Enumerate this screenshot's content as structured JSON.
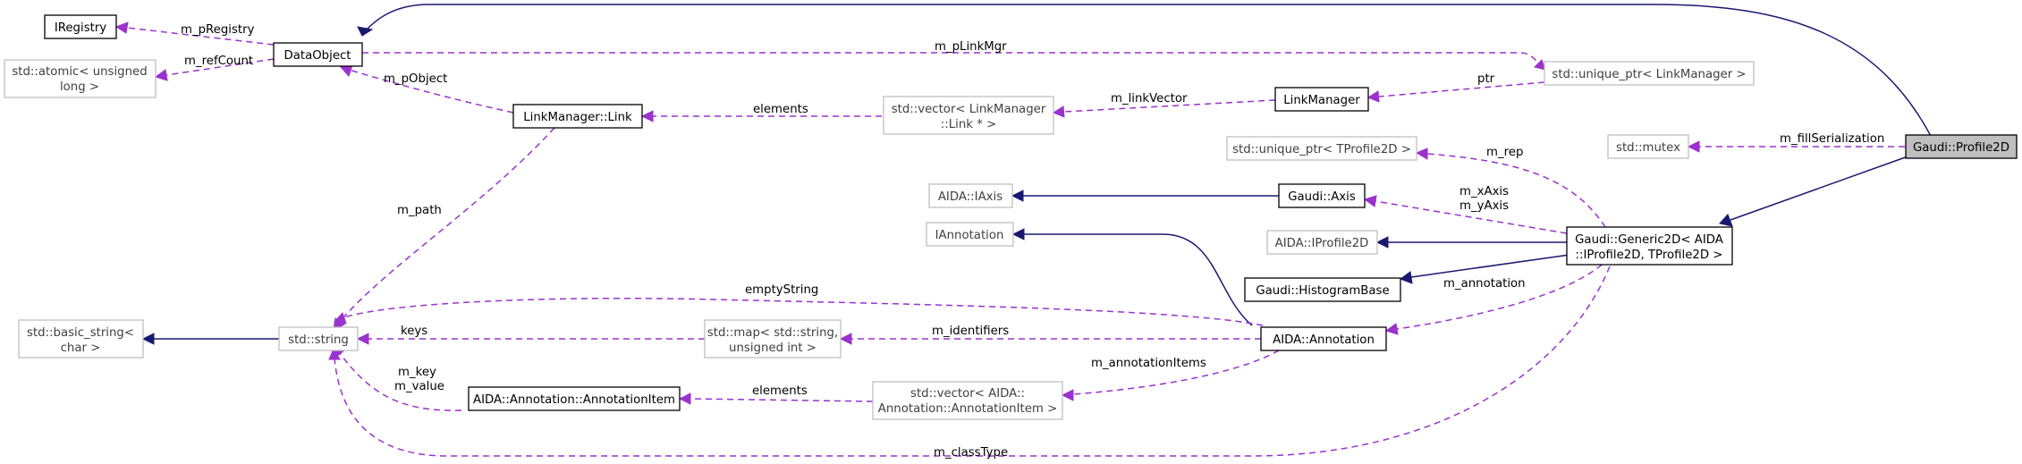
{
  "nodes": {
    "iregistry": "IRegistry",
    "dataobject": "DataObject",
    "atomic_1": "std::atomic< unsigned",
    "atomic_2": "long >",
    "unique_linkmgr": "std::unique_ptr< LinkManager >",
    "linkmanager": "LinkManager",
    "vector_link_1": "std::vector< LinkManager",
    "vector_link_2": "::Link * >",
    "link": "LinkManager::Link",
    "mutex": "std::mutex",
    "profile2d": "Gaudi::Profile2D",
    "unique_tprofile": "std::unique_ptr< TProfile2D >",
    "iaxis": "AIDA::IAxis",
    "gaudi_axis": "Gaudi::Axis",
    "iprofile2d": "AIDA::IProfile2D",
    "generic2d_1": "Gaudi::Generic2D< AIDA",
    "generic2d_2": "::IProfile2D, TProfile2D >",
    "iannotation": "IAnnotation",
    "histogrambase": "Gaudi::HistogramBase",
    "basic_string_1": "std::basic_string<",
    "basic_string_2": "char >",
    "string": "std::string",
    "map_1": "std::map< std::string,",
    "map_2": "unsigned int >",
    "annotation": "AIDA::Annotation",
    "annotation_item": "AIDA::Annotation::AnnotationItem",
    "vector_item_1": "std::vector< AIDA::",
    "vector_item_2": "Annotation::AnnotationItem >"
  },
  "edge_labels": {
    "m_pRegistry": "m_pRegistry",
    "m_refCount": "m_refCount",
    "m_pLinkMgr": "m_pLinkMgr",
    "ptr": "ptr",
    "m_linkVector": "m_linkVector",
    "elements_link": "elements",
    "m_pObject": "m_pObject",
    "m_path": "m_path",
    "m_fillSerialization": "m_fillSerialization",
    "m_rep": "m_rep",
    "m_xAxis": "m_xAxis",
    "m_yAxis": "m_yAxis",
    "m_annotation": "m_annotation",
    "emptyString": "emptyString",
    "keys": "keys",
    "m_identifiers": "m_identifiers",
    "m_annotationItems": "m_annotationItems",
    "elements_item": "elements",
    "m_key": "m_key",
    "m_value": "m_value",
    "m_classType": "m_classType"
  },
  "colors": {
    "inheritance": "#191970",
    "usage": "#9a32cd",
    "focus_fill": "#bfbfbf",
    "external_border": "#bfbfbf"
  }
}
